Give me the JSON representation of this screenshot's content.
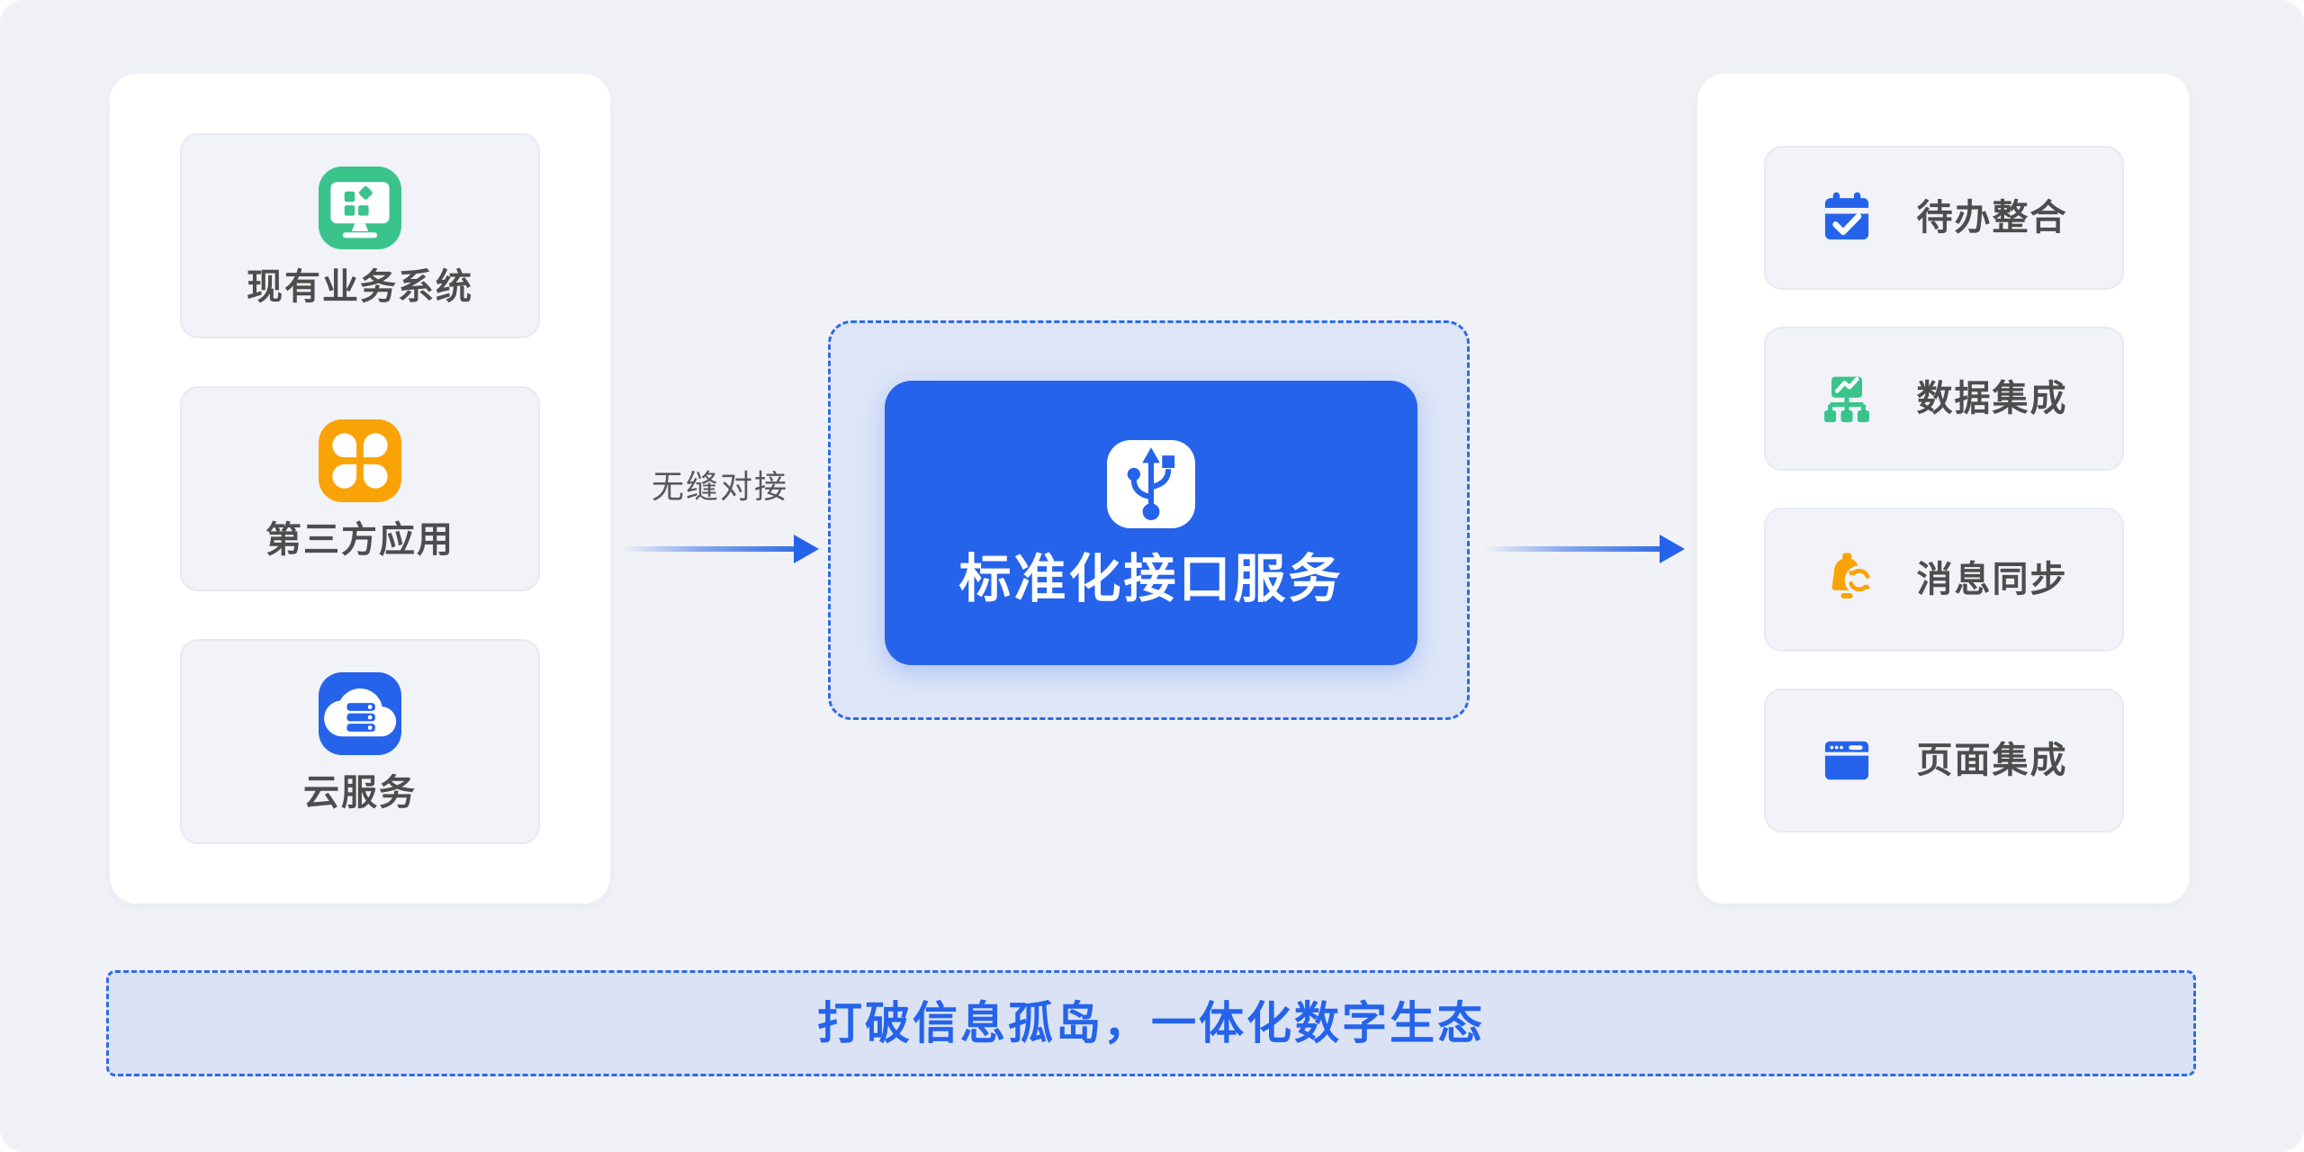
{
  "colors": {
    "canvas_background": "#f1f2f7",
    "accent_blue": "#2563eb",
    "green": "#3bc38c",
    "orange": "#faa306",
    "dashed_border_blue": "#2f6be4",
    "label_gray": "#4d4d4d",
    "banner_fill": "#dae2f4",
    "hub_outline_fill": "#dde5f7"
  },
  "sources_panel": {
    "items": [
      {
        "label": "现有业务系统",
        "icon": "monitor-apps-icon",
        "color": "#3bc38c"
      },
      {
        "label": "第三方应用",
        "icon": "clover-apps-icon",
        "color": "#faa306"
      },
      {
        "label": "云服务",
        "icon": "cloud-server-icon",
        "color": "#2563eb"
      }
    ]
  },
  "connector": {
    "label": "无缝对接"
  },
  "hub": {
    "title": "标准化接口服务",
    "icon": "usb-icon"
  },
  "targets_panel": {
    "items": [
      {
        "label": "待办整合",
        "icon": "calendar-check-icon",
        "color": "#2563eb"
      },
      {
        "label": "数据集成",
        "icon": "sitemap-chart-icon",
        "color": "#3bc38c"
      },
      {
        "label": "消息同步",
        "icon": "bell-sync-icon",
        "color": "#faa306"
      },
      {
        "label": "页面集成",
        "icon": "browser-window-icon",
        "color": "#2563eb"
      }
    ]
  },
  "banner": {
    "text": "打破信息孤岛，一体化数字生态"
  }
}
